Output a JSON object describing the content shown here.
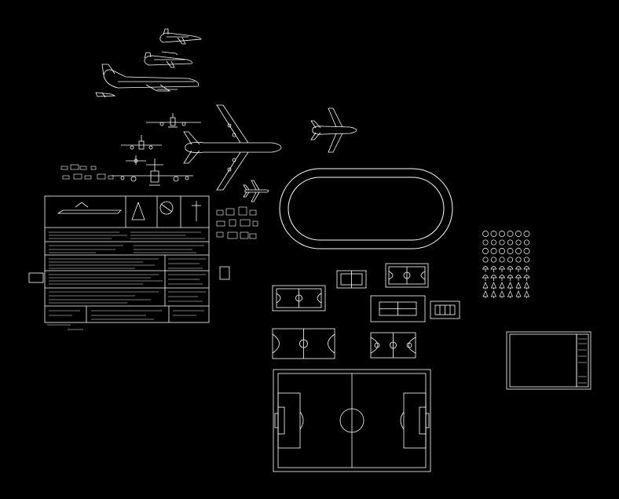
{
  "viewport": {
    "background": "#000000",
    "line_color": "#ffffff",
    "accent_color": "#cccccc"
  },
  "drawing": {
    "aircraft": [
      {
        "id": "plane-small-1",
        "kind": "side-view"
      },
      {
        "id": "plane-small-2",
        "kind": "side-view"
      },
      {
        "id": "plane-large-side",
        "kind": "side-view"
      },
      {
        "id": "plane-front-1",
        "kind": "front-view"
      },
      {
        "id": "plane-front-2",
        "kind": "front-view"
      },
      {
        "id": "plane-top-large",
        "kind": "top-view"
      },
      {
        "id": "plane-top-right",
        "kind": "top-view"
      },
      {
        "id": "plane-top-small",
        "kind": "top-view"
      }
    ],
    "running_track": {
      "lanes": 2
    },
    "sports_fields": [
      {
        "id": "soccer-field-large",
        "kind": "soccer"
      },
      {
        "id": "handball-court",
        "kind": "handball"
      },
      {
        "id": "basketball-court-1",
        "kind": "basketball"
      },
      {
        "id": "basketball-court-2",
        "kind": "basketball"
      },
      {
        "id": "tennis-court-1",
        "kind": "tennis"
      },
      {
        "id": "tennis-court-2",
        "kind": "tennis"
      },
      {
        "id": "volleyball-court",
        "kind": "volleyball"
      },
      {
        "id": "small-court",
        "kind": "tennis"
      }
    ],
    "symbol_library": {
      "rows": 8,
      "cols": 6
    },
    "title_block_sheet": {
      "present": true
    },
    "detail_sheet": {
      "present": true
    }
  }
}
